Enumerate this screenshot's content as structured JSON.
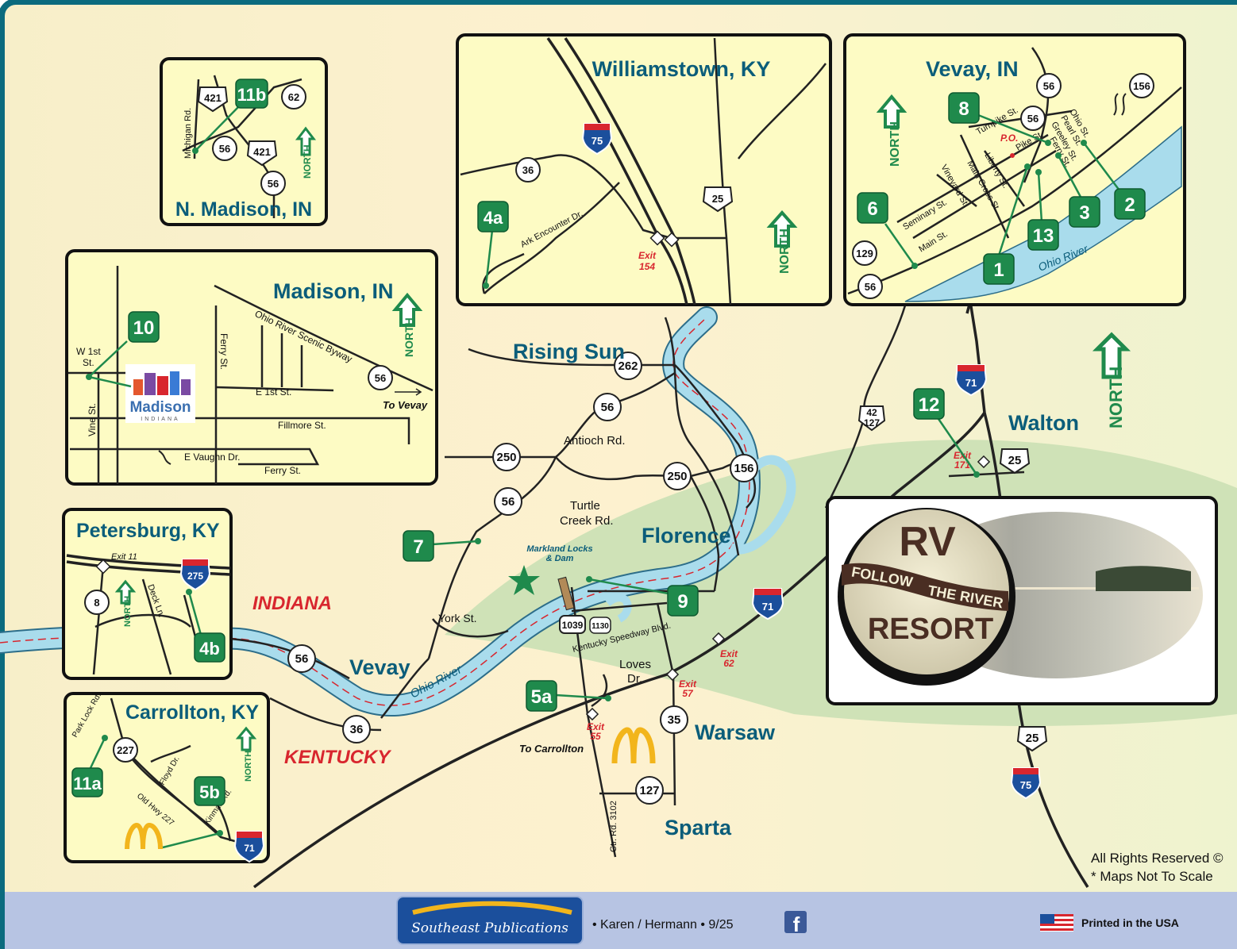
{
  "states": {
    "indiana": "INDIANA",
    "kentucky": "KENTUCKY"
  },
  "towns": {
    "rising_sun": "Rising Sun",
    "florence": "Florence",
    "vevay": "Vevay",
    "walton": "Walton",
    "warsaw": "Warsaw",
    "sparta": "Sparta"
  },
  "river": {
    "name": "Ohio River"
  },
  "main_roads": {
    "antioch": "Antioch Rd.",
    "turtle_creek_1": "Turtle",
    "turtle_creek_2": "Creek Rd.",
    "york": "York St.",
    "kentucky_speedway": "Kentucky Speedway Blvd.",
    "loves_1": "Loves",
    "loves_2": "Dr.",
    "ctr_rd": "Ctr. Rd. 3102",
    "to_carrollton": "To Carrollton",
    "markland_1": "Markland Locks",
    "markland_2": "& Dam"
  },
  "main_routes": {
    "r262": "262",
    "r56a": "56",
    "r250a": "250",
    "r56b": "56",
    "r250b": "250",
    "r156": "156",
    "r1039": "1039",
    "r1130": "1130",
    "r56c": "56",
    "r36": "36",
    "r35": "35",
    "r127": "127",
    "r42": "42",
    "r127b": "127",
    "r25a": "25",
    "r25b": "25",
    "i71a": "71",
    "i71b": "71",
    "i75": "75"
  },
  "exits": {
    "e171_a": "Exit",
    "e171_b": "171",
    "e62_a": "Exit",
    "e62_b": "62",
    "e57_a": "Exit",
    "e57_b": "57",
    "e55_a": "Exit",
    "e55_b": "55"
  },
  "markers": {
    "m7": "7",
    "m9": "9",
    "m5a": "5a",
    "m12": "12"
  },
  "north_main": "NORTH",
  "insets": {
    "n_madison": {
      "title": "N. Madison, IN",
      "marker": "11b",
      "road_michigan": "Michigan Rd.",
      "routes": [
        "421",
        "62",
        "56",
        "421",
        "56"
      ],
      "north": "NORTH"
    },
    "williamstown": {
      "title": "Williamstown, KY",
      "marker": "4a",
      "road_ark": "Ark Encounter Dr.",
      "routes": [
        "36",
        "25",
        "75"
      ],
      "exit_a": "Exit",
      "exit_b": "154",
      "north": "NORTH"
    },
    "vevay": {
      "title": "Vevay, IN",
      "markers": [
        "8",
        "6",
        "1",
        "13",
        "3",
        "2"
      ],
      "routes": [
        "56",
        "156",
        "56",
        "129",
        "56"
      ],
      "streets": [
        "Ohio St.",
        "Pearl St.",
        "Greeley St.",
        "Ferry St.",
        "Turnpike St.",
        "Pike St.",
        "Liberty St.",
        "Main Cross St.",
        "Vineyard St.",
        "Seminary St.",
        "Main St."
      ],
      "po": "P.O.",
      "river": "Ohio River",
      "north": "NORTH"
    },
    "madison": {
      "title": "Madison, IN",
      "marker": "10",
      "streets": {
        "w1st_a": "W 1st",
        "w1st_b": "St.",
        "vine": "Vine St.",
        "ferry": "Ferry St.",
        "ohio_byway": "Ohio River Scenic Byway",
        "e1st": "E 1st St.",
        "fillmore": "Fillmore St.",
        "evaughn": "E Vaughn Dr.",
        "ferry2": "Ferry St.",
        "to_vevay": "To Vevay"
      },
      "route": "56",
      "logo_text": "Madison",
      "logo_sub": "INDIANA",
      "north": "NORTH"
    },
    "petersburg": {
      "title": "Petersburg, KY",
      "marker": "4b",
      "exit": "Exit 11",
      "road_deck": "Deck Ln.",
      "routes": [
        "8",
        "275"
      ],
      "north": "NORTH"
    },
    "carrollton": {
      "title": "Carrollton, KY",
      "markers": [
        "11a",
        "5b"
      ],
      "streets": [
        "Park Lock Rd.",
        "Floyd Dr.",
        "Old Hwy 227",
        "Kinman Rd."
      ],
      "routes": [
        "227",
        "71"
      ],
      "north": "NORTH"
    }
  },
  "ad": {
    "rv": "RV",
    "tagline_1": "FOLLOW",
    "tagline_2": "THE RIVER",
    "resort": "RESORT"
  },
  "rights": {
    "line1": "All Rights Reserved ©",
    "line2": "* Maps Not To Scale"
  },
  "footer": {
    "publisher": "Southeast Publications",
    "credit": "• Karen / Hermann • 9/25",
    "fb": "f",
    "printed": "Printed in the USA"
  },
  "colors": {
    "land": "#fdf1cf",
    "river": "#a9dcec",
    "green_area": "#cfe2b7",
    "marker": "#1f8a4c",
    "title": "#0b5d7a",
    "state": "#d8262e",
    "footer_bg": "#b7c4e3",
    "border": "#0b6b7e"
  }
}
